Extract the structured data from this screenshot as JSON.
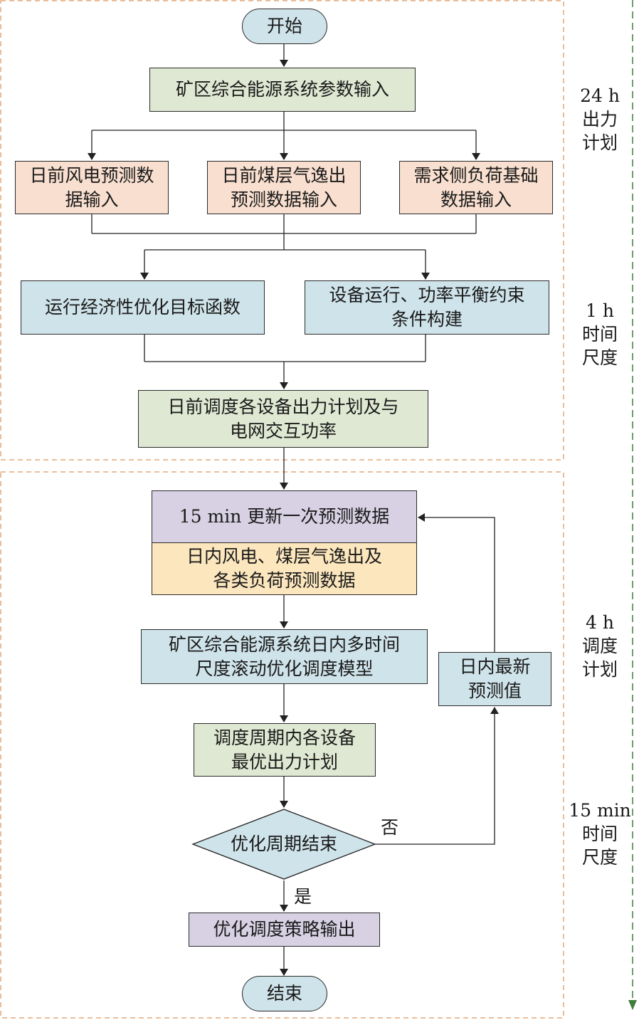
{
  "nodes": {
    "start": "开始",
    "param_input": "矿区综合能源系统参数输入",
    "wind_forecast": "日前风电预测数\n据输入",
    "gas_forecast": "日前煤层气逸出\n预测数据输入",
    "load_forecast": "需求侧负荷基础\n数据输入",
    "objective": "运行经济性优化目标函数",
    "constraints": "设备运行、功率平衡约束\n条件构建",
    "dayahead_plan": "日前调度各设备出力计划及与\n电网交互功率",
    "update_15min": "15 min 更新一次预测数据",
    "intraday_forecast": "日内风电、煤层气逸出及\n各类负荷预测数据",
    "rolling_model": "矿区综合能源系统日内多时间\n尺度滚动优化调度模型",
    "optimal_plan": "调度周期内各设备\n最优出力计划",
    "decision": "优化周期结束",
    "latest_forecast": "日内最新\n预测值",
    "output": "优化调度策略输出",
    "end": "结束"
  },
  "branch_labels": {
    "no": "否",
    "yes": "是"
  },
  "side_labels": {
    "day_ahead_plan": "24 h\n出力\n计划",
    "day_ahead_scale": "1 h\n时间\n尺度",
    "intraday_plan": "4 h\n调度\n计划",
    "intraday_scale": "15 min\n时间\n尺度"
  },
  "colors": {
    "green": "#dfe8d2",
    "peach": "#f8dfcf",
    "blue": "#cfe3ea",
    "purple": "#d7d1e3",
    "yellow": "#fbe6bd",
    "dashed_frame": "#e3a87a",
    "timeline": "#3f7d3a"
  }
}
